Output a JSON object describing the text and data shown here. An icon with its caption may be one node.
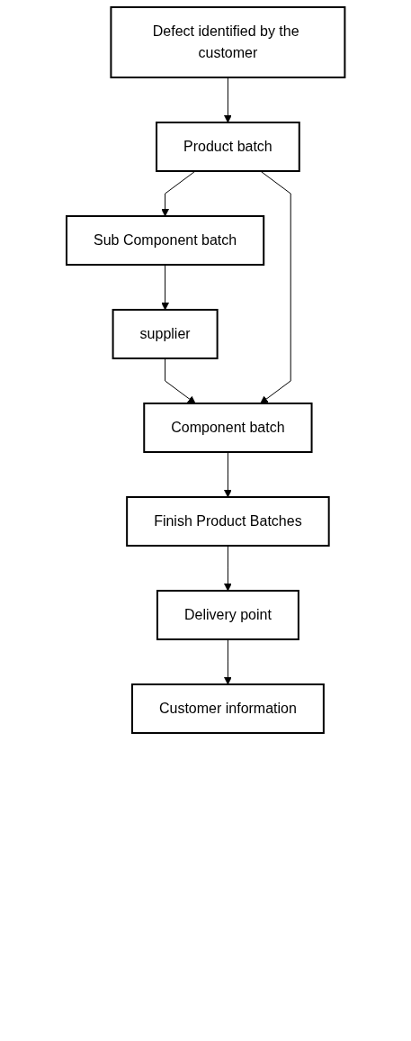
{
  "diagram": {
    "nodes": [
      {
        "text": [
          "Defect identified by the customer"
        ]
      },
      {
        "text": [
          "Product batch"
        ]
      },
      {
        "text": [
          "Sub Component batch"
        ]
      },
      {
        "text": [
          "supplier"
        ]
      },
      {
        "text": [
          "Component batch"
        ]
      },
      {
        "text": [
          "Finish Product Batches"
        ]
      },
      {
        "text": [
          "Delivery point"
        ]
      },
      {
        "text": [
          "Customer information"
        ]
      }
    ],
    "edges": [
      {
        "from": 0,
        "to": 1,
        "arrow": "to"
      },
      {
        "from": 1,
        "to": 2,
        "arrow": "to"
      },
      {
        "from": 2,
        "to": 3,
        "arrow": "to"
      },
      {
        "from": 3,
        "to": 4,
        "arrow": "to"
      },
      {
        "from": 1,
        "to": 4,
        "arrow": "to"
      },
      {
        "from": 4,
        "to": 5,
        "arrow": "to"
      },
      {
        "from": 5,
        "to": 6,
        "arrow": "to"
      },
      {
        "from": 6,
        "to": 7,
        "arrow": "to"
      }
    ]
  }
}
